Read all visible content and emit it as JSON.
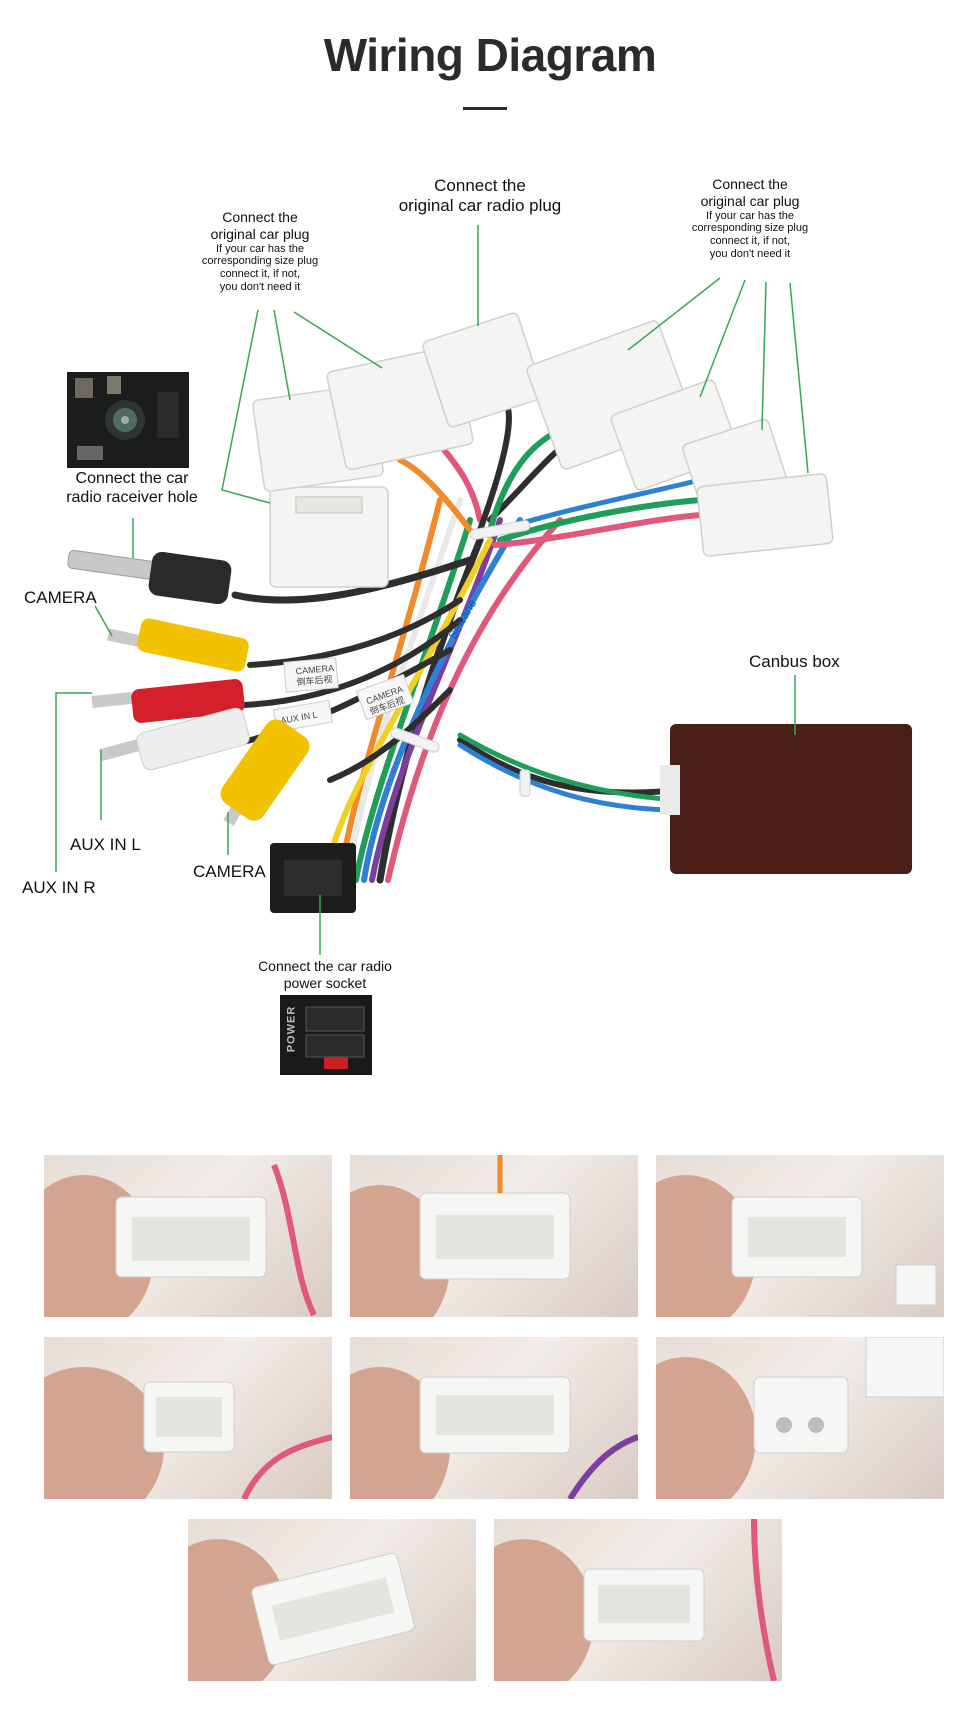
{
  "header": {
    "title": "Wiring Diagram"
  },
  "labels": {
    "left_plug_main": "Connect the\noriginal car plug",
    "left_plug_sub": "If your car has the\ncorresponding size plug\nconnect it, if not,\nyou don't need it",
    "center_plug_main": "Connect the\noriginal car radio plug",
    "right_plug_main": "Connect the\noriginal car plug",
    "right_plug_sub": "If your car has the\ncorresponding size plug\nconnect it, if not,\nyou don't need it",
    "receiver_hole": "Connect the  car\nradio raceiver hole",
    "camera_top": "CAMERA",
    "aux_in_l": "AUX IN L",
    "aux_in_r": "AUX IN R",
    "camera_bottom": "CAMERA",
    "canbus": "Canbus box",
    "power_socket": "Connect the car radio\npower socket",
    "power_text": "POWER",
    "cable_tag_camera_1": "CAMERA\n倒车后视",
    "cable_tag_aux": "AUX IN L",
    "cable_tag_camera_2": "CAMERA\n倒车后视",
    "brand_on_cable": "Seicane"
  },
  "colors": {
    "leader_line": "#3aa655",
    "connector_white": "#f4f4f2",
    "rca_yellow": "#f2c200",
    "rca_red": "#d4202a",
    "rca_white": "#eeeeee",
    "canbus_body": "#4a1f1a"
  }
}
